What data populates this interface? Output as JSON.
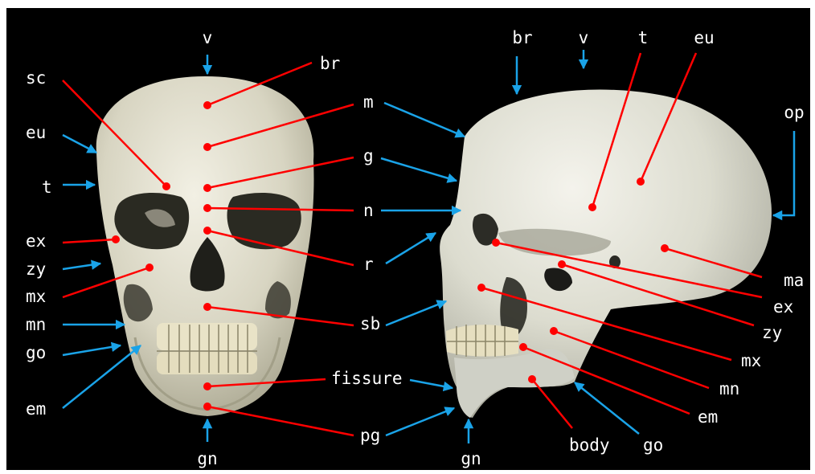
{
  "colors": {
    "background": "#000000",
    "bone": "#dcd9c6",
    "red_line": "#ff0000",
    "blue_arrow": "#1aa3e8",
    "label": "#ffffff"
  },
  "frontal_view": {
    "labels": {
      "v": "v",
      "br": "br",
      "sc": "sc",
      "eu": "eu",
      "t": "t",
      "m": "m",
      "g": "g",
      "n": "n",
      "r": "r",
      "ex": "ex",
      "zy": "zy",
      "mx": "mx",
      "mn": "mn",
      "go": "go",
      "sb": "sb",
      "fissure": "fissure",
      "pg": "pg",
      "em": "em",
      "gn": "gn"
    }
  },
  "lateral_view": {
    "labels": {
      "br": "br",
      "v": "v",
      "t": "t",
      "eu": "eu",
      "op": "op",
      "ma": "ma",
      "ex": "ex",
      "zy": "zy",
      "mx": "mx",
      "mn": "mn",
      "em": "em",
      "body": "body",
      "go": "go",
      "gn": "gn"
    }
  }
}
